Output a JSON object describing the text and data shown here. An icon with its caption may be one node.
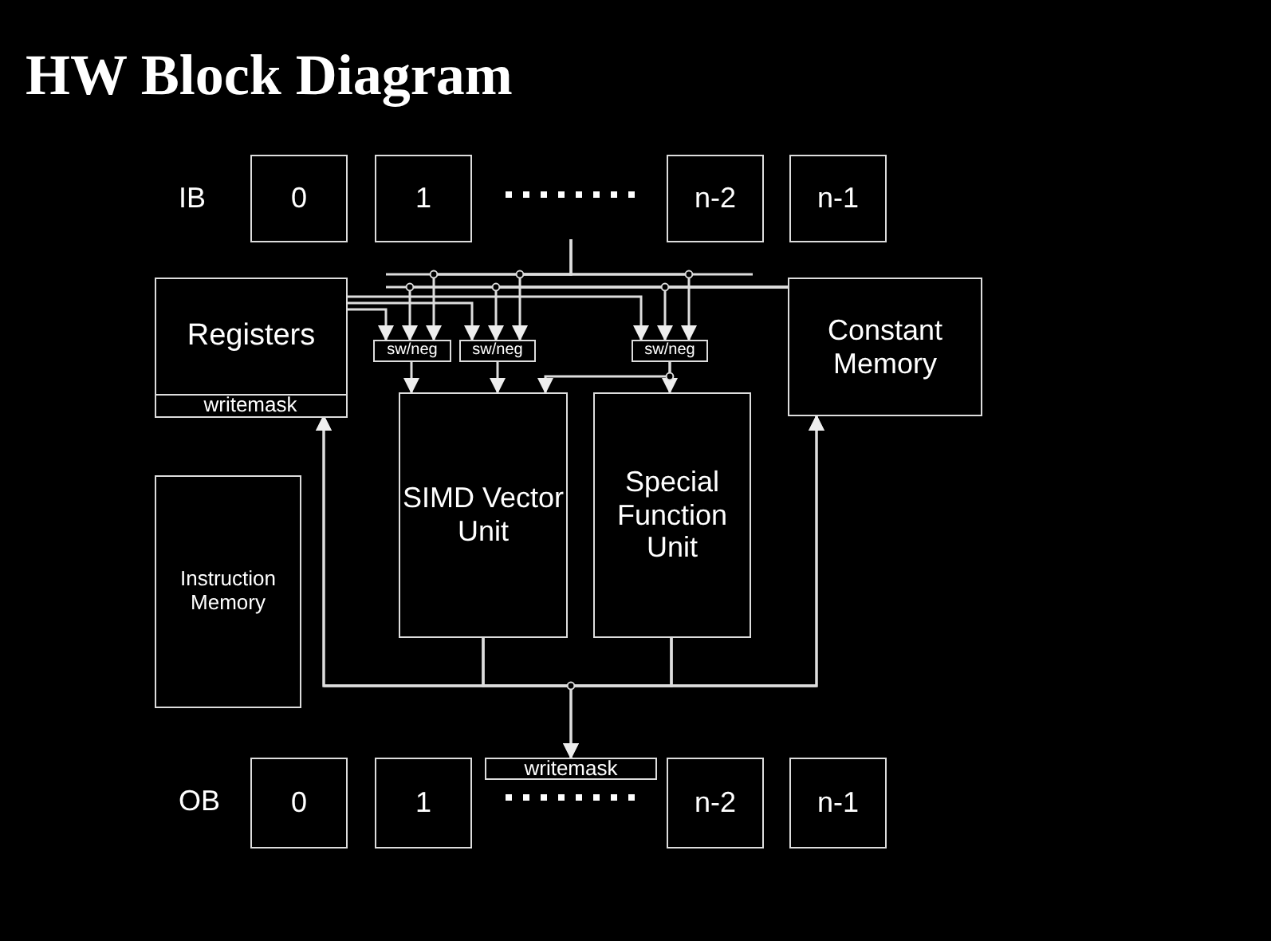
{
  "diagram": {
    "title": "HW Block Diagram",
    "nodes": [
      {
        "text": [
          "0"
        ]
      },
      {
        "text": [
          "1"
        ]
      },
      {
        "text": [
          "n-2"
        ]
      },
      {
        "text": [
          "n-1"
        ]
      },
      {
        "text": [
          "Registers"
        ]
      },
      {
        "text": [
          "writemask"
        ],
        "in": 4
      },
      {
        "text": [
          "Constant Memory"
        ]
      },
      {
        "text": [
          "sw/neg"
        ]
      },
      {
        "text": [
          "sw/neg"
        ]
      },
      {
        "text": [
          "sw/neg"
        ]
      },
      {
        "text": [
          "SIMD Vector Unit"
        ]
      },
      {
        "text": [
          "Special Function Unit"
        ]
      },
      {
        "text": [
          "Instruction Memory"
        ]
      },
      {
        "text": [
          "writemask"
        ]
      },
      {
        "text": [
          "0"
        ]
      },
      {
        "text": [
          "1"
        ]
      },
      {
        "text": [
          "n-2"
        ]
      },
      {
        "text": [
          "n-1"
        ]
      }
    ],
    "edges": [
      {
        "from": 4,
        "to": 7,
        "arrow": "to"
      },
      {
        "from": 4,
        "to": 8,
        "arrow": "to"
      },
      {
        "from": 4,
        "to": 9,
        "arrow": "to"
      },
      {
        "from": 6,
        "to": 7,
        "arrow": "to"
      },
      {
        "from": 6,
        "to": 8,
        "arrow": "to"
      },
      {
        "from": 6,
        "to": 9,
        "arrow": "to"
      },
      {
        "from": null,
        "to": 7,
        "arrow": "to"
      },
      {
        "from": null,
        "to": 8,
        "arrow": "to"
      },
      {
        "from": null,
        "to": 9,
        "arrow": "to"
      },
      {
        "from": 7,
        "to": 10,
        "arrow": "to"
      },
      {
        "from": 8,
        "to": 10,
        "arrow": "to"
      },
      {
        "from": 9,
        "to": 10,
        "arrow": "to"
      },
      {
        "from": 9,
        "to": 11,
        "arrow": "to"
      },
      {
        "from": 10,
        "to": 13,
        "arrow": "to"
      },
      {
        "from": 11,
        "to": 13,
        "arrow": "to"
      },
      {
        "from": 10,
        "to": 4,
        "arrow": "to"
      },
      {
        "from": 11,
        "to": 4,
        "arrow": "to"
      },
      {
        "from": 10,
        "to": 6,
        "arrow": "to"
      },
      {
        "from": 11,
        "to": 6,
        "arrow": "to"
      }
    ],
    "labels": [
      "IB",
      "OB"
    ]
  }
}
